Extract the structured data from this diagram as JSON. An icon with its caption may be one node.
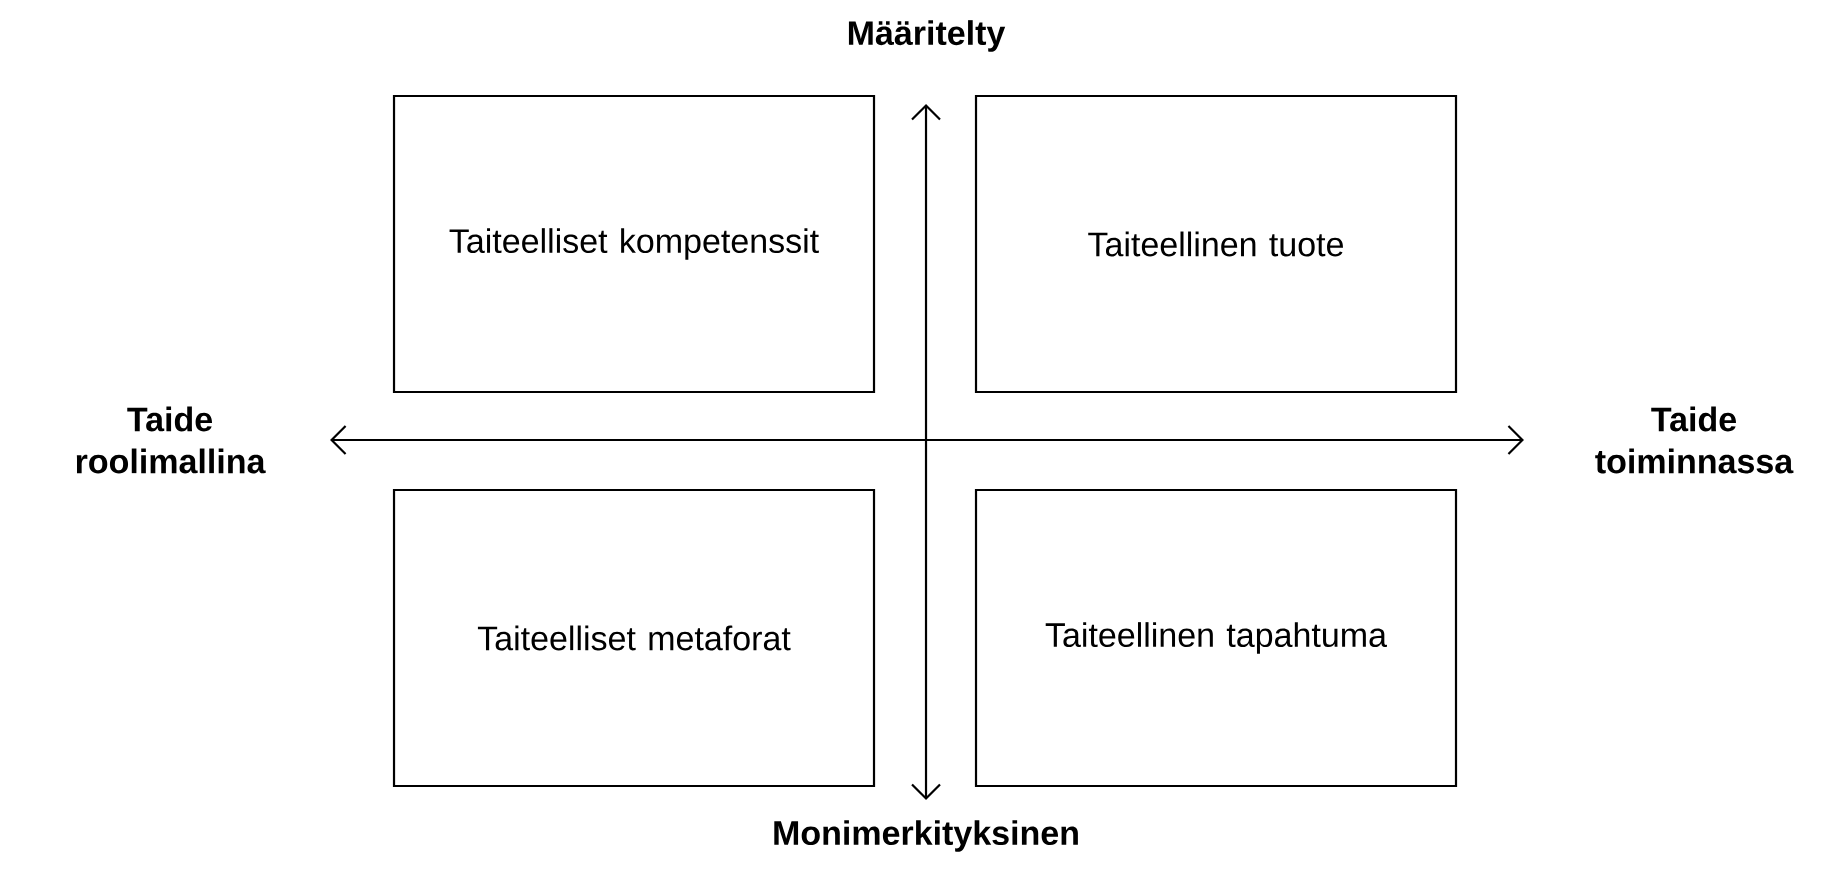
{
  "diagram": {
    "nodes": [
      {
        "text": [
          "Taiteelliset kompetenssit"
        ]
      },
      {
        "text": [
          "Taiteellinen tuote"
        ]
      },
      {
        "text": [
          "Taiteelliset metaforat"
        ]
      },
      {
        "text": [
          "Taiteellinen tapahtuma"
        ]
      }
    ],
    "labels": [
      "Määritelty",
      "Taide roolimallina",
      "Taide toiminnassa",
      "Monimerkityksinen"
    ]
  }
}
